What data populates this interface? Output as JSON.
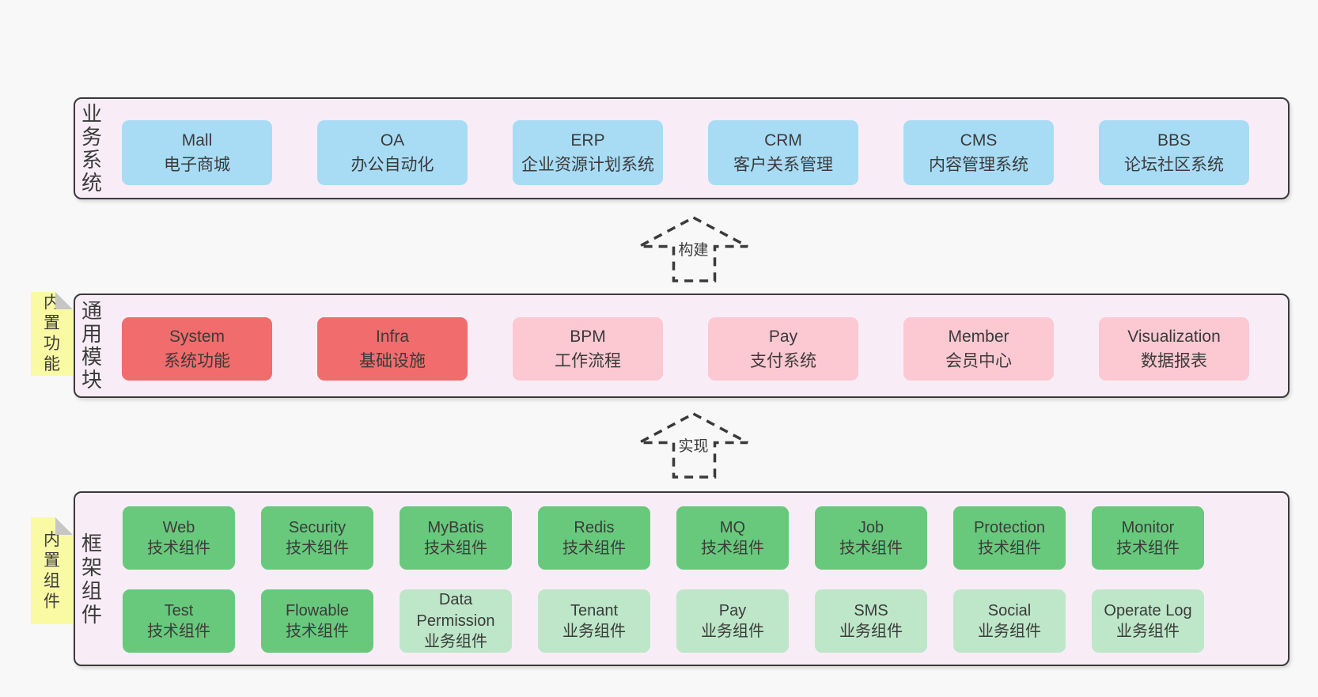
{
  "colors": {
    "page_bg": "#f8f8f8",
    "container_bg": "#f8edf6",
    "container_border": "#3a3a3a",
    "text": "#3b3b3b",
    "blue": "#a8dcf5",
    "red": "#f16c6c",
    "pink": "#fcc8d2",
    "green": "#68c97c",
    "green_light": "#bde7c8",
    "sticky": "#fafaa4",
    "sticky_fold": "#c6c6c6"
  },
  "sections": [
    {
      "label": "业务系统",
      "rows": [
        [
          {
            "name": "box-mall",
            "title": "Mall",
            "subtitle": "电子商城",
            "variant": "blue"
          },
          {
            "name": "box-oa",
            "title": "OA",
            "subtitle": "办公自动化",
            "variant": "blue"
          },
          {
            "name": "box-erp",
            "title": "ERP",
            "subtitle": "企业资源计划系统",
            "variant": "blue"
          },
          {
            "name": "box-crm",
            "title": "CRM",
            "subtitle": "客户关系管理",
            "variant": "blue"
          },
          {
            "name": "box-cms",
            "title": "CMS",
            "subtitle": "内容管理系统",
            "variant": "blue"
          },
          {
            "name": "box-bbs",
            "title": "BBS",
            "subtitle": "论坛社区系统",
            "variant": "blue"
          }
        ]
      ]
    },
    {
      "label": "通用模块",
      "sticky": "内置功能",
      "rows": [
        [
          {
            "name": "box-system",
            "title": "System",
            "subtitle": "系统功能",
            "variant": "red"
          },
          {
            "name": "box-infra",
            "title": "Infra",
            "subtitle": "基础设施",
            "variant": "red"
          },
          {
            "name": "box-bpm",
            "title": "BPM",
            "subtitle": "工作流程",
            "variant": "pink"
          },
          {
            "name": "box-pay-module",
            "title": "Pay",
            "subtitle": "支付系统",
            "variant": "pink"
          },
          {
            "name": "box-member",
            "title": "Member",
            "subtitle": "会员中心",
            "variant": "pink"
          },
          {
            "name": "box-visualization",
            "title": "Visualization",
            "subtitle": "数据报表",
            "variant": "pink"
          }
        ]
      ]
    },
    {
      "label": "框架组件",
      "sticky": "内置组件",
      "rows": [
        [
          {
            "name": "box-web",
            "title": "Web",
            "subtitle": "技术组件",
            "variant": "green"
          },
          {
            "name": "box-security",
            "title": "Security",
            "subtitle": "技术组件",
            "variant": "green"
          },
          {
            "name": "box-mybatis",
            "title": "MyBatis",
            "subtitle": "技术组件",
            "variant": "green"
          },
          {
            "name": "box-redis",
            "title": "Redis",
            "subtitle": "技术组件",
            "variant": "green"
          },
          {
            "name": "box-mq",
            "title": "MQ",
            "subtitle": "技术组件",
            "variant": "green"
          },
          {
            "name": "box-job",
            "title": "Job",
            "subtitle": "技术组件",
            "variant": "green"
          },
          {
            "name": "box-protection",
            "title": "Protection",
            "subtitle": "技术组件",
            "variant": "green"
          },
          {
            "name": "box-monitor",
            "title": "Monitor",
            "subtitle": "技术组件",
            "variant": "green"
          }
        ],
        [
          {
            "name": "box-test",
            "title": "Test",
            "subtitle": "技术组件",
            "variant": "green"
          },
          {
            "name": "box-flowable",
            "title": "Flowable",
            "subtitle": "技术组件",
            "variant": "green"
          },
          {
            "name": "box-data-permission",
            "title": "Data Permission",
            "subtitle": "业务组件",
            "variant": "green_light"
          },
          {
            "name": "box-tenant",
            "title": "Tenant",
            "subtitle": "业务组件",
            "variant": "green_light"
          },
          {
            "name": "box-pay-component",
            "title": "Pay",
            "subtitle": "业务组件",
            "variant": "green_light"
          },
          {
            "name": "box-sms",
            "title": "SMS",
            "subtitle": "业务组件",
            "variant": "green_light"
          },
          {
            "name": "box-social",
            "title": "Social",
            "subtitle": "业务组件",
            "variant": "green_light"
          },
          {
            "name": "box-operate-log",
            "title": "Operate Log",
            "subtitle": "业务组件",
            "variant": "green_light"
          }
        ]
      ]
    }
  ],
  "arrows": [
    {
      "label": "构建"
    },
    {
      "label": "实现"
    }
  ]
}
